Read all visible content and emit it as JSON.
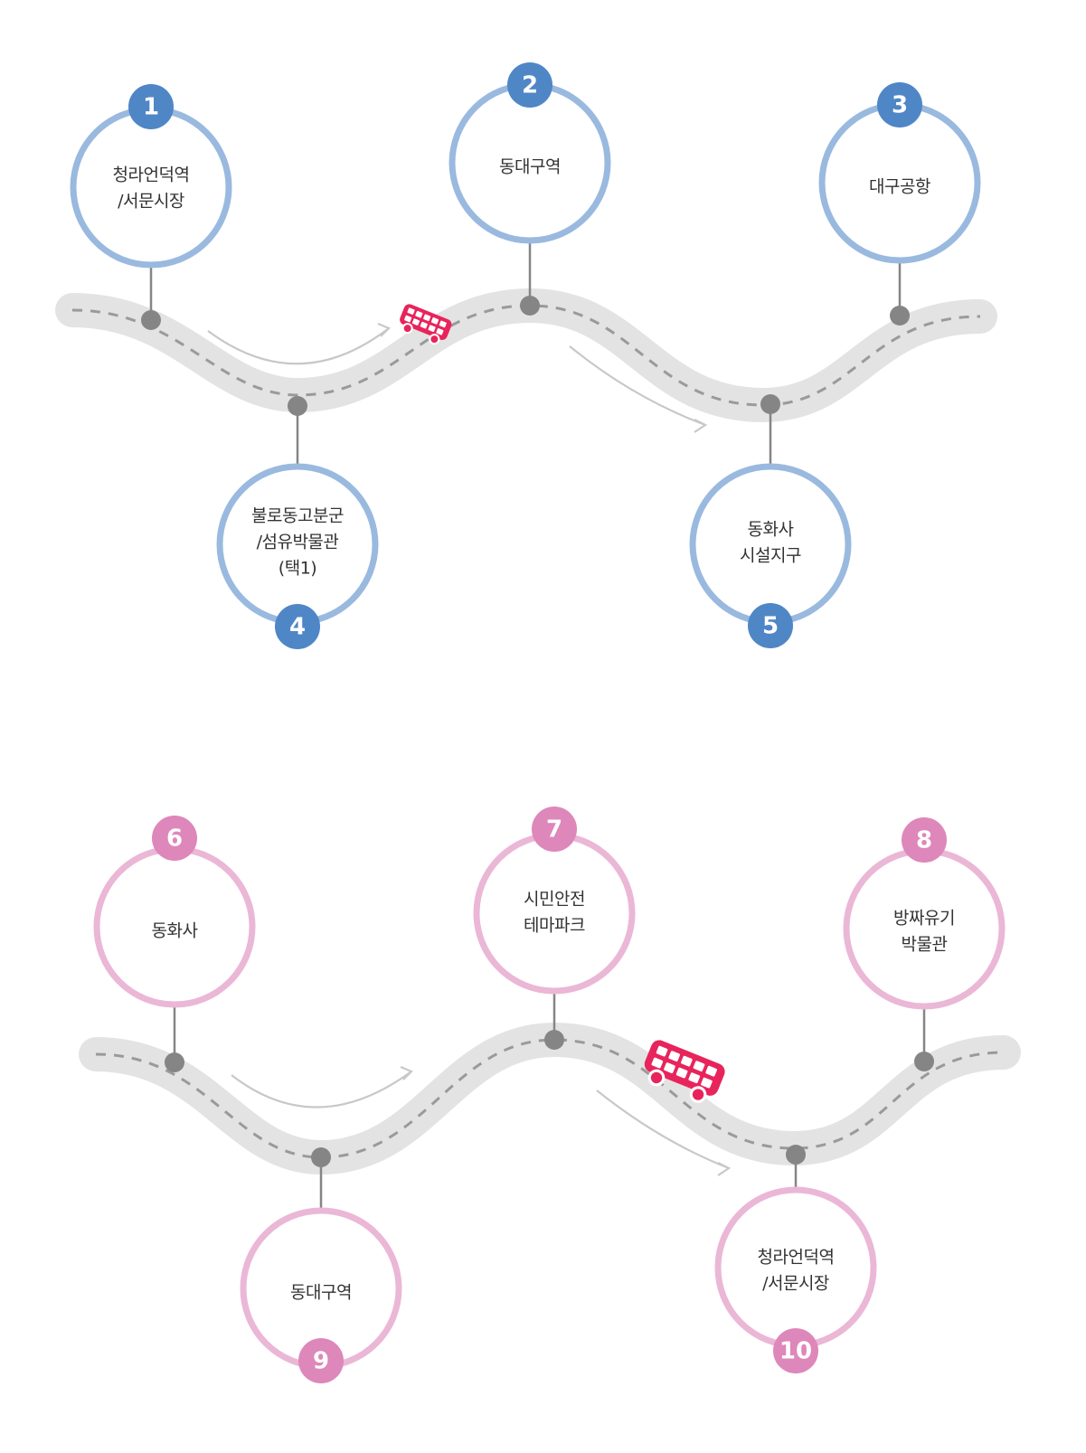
{
  "colors": {
    "route1_ring": "#9ab9df",
    "route1_badge": "#4f86c6",
    "route2_ring": "#ebb7d6",
    "route2_badge": "#de87ba",
    "road": "#e3e3e3",
    "road_dash": "#9a9a9a",
    "connector": "#858585",
    "bus": "#e8245c",
    "arrow": "#c8c8c8"
  },
  "icons": [
    "bus-icon",
    "arrow-icon"
  ],
  "routes": [
    {
      "stops": [
        {
          "num": "1",
          "lines": [
            "청라언덕역",
            "/서문시장"
          ]
        },
        {
          "num": "2",
          "lines": [
            "동대구역"
          ]
        },
        {
          "num": "3",
          "lines": [
            "대구공항"
          ]
        },
        {
          "num": "4",
          "lines": [
            "불로동고분군",
            "/섬유박물관",
            "(택1)"
          ]
        },
        {
          "num": "5",
          "lines": [
            "동화사",
            "시설지구"
          ]
        }
      ]
    },
    {
      "stops": [
        {
          "num": "6",
          "lines": [
            "동화사"
          ]
        },
        {
          "num": "7",
          "lines": [
            "시민안전",
            "테마파크"
          ]
        },
        {
          "num": "8",
          "lines": [
            "방짜유기",
            "박물관"
          ]
        },
        {
          "num": "9",
          "lines": [
            "동대구역"
          ]
        },
        {
          "num": "10",
          "lines": [
            "청라언덕역",
            "/서문시장"
          ]
        }
      ]
    }
  ]
}
